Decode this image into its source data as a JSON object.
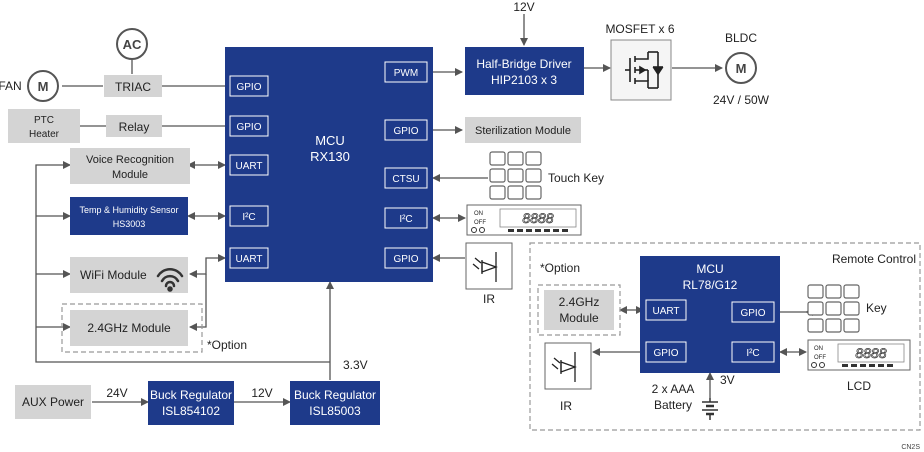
{
  "top_labels": {
    "supply_12v": "12V",
    "mosfet": "MOSFET x 6",
    "bldc": "BLDC",
    "bldc_rating": "24V / 50W",
    "ac": "AC",
    "fan": "FAN",
    "motor": "M"
  },
  "left_blocks": {
    "triac": "TRIAC",
    "ptc_line1": "PTC",
    "ptc_line2": "Heater",
    "relay": "Relay",
    "voice_line1": "Voice Recognition",
    "voice_line2": "Module",
    "temp_line1": "Temp & Humidity Sensor",
    "temp_line2": "HS3003",
    "wifi": "WiFi Module",
    "ghz": "2.4GHz Module",
    "option": "*Option"
  },
  "mcu": {
    "name": "MCU",
    "part": "RX130",
    "left_pins": [
      "GPIO",
      "GPIO",
      "UART",
      "I²C",
      "UART"
    ],
    "right_pins": [
      "PWM",
      "GPIO",
      "CTSU",
      "I²C",
      "GPIO"
    ]
  },
  "right_blocks": {
    "driver_line1": "Half-Bridge Driver",
    "driver_line2": "HIP2103 x 3",
    "sterilization": "Sterilization Module",
    "touch_key": "Touch Key",
    "ir": "IR",
    "on": "ON",
    "off": "OFF",
    "segment_text": "8888"
  },
  "power": {
    "aux": "AUX Power",
    "v24": "24V",
    "buck1_line1": "Buck Regulator",
    "buck1_line2": "ISL854102",
    "v12": "12V",
    "buck2_line1": "Buck Regulator",
    "buck2_line2": "ISL85003",
    "v33": "3.3V"
  },
  "remote": {
    "title": "Remote Control",
    "option": "*Option",
    "ghz_line1": "2.4GHz",
    "ghz_line2": "Module",
    "mcu_name": "MCU",
    "mcu_part": "RL78/G12",
    "pin_uart": "UART",
    "pin_gpio_right": "GPIO",
    "pin_gpio_left": "GPIO",
    "pin_i2c": "I²C",
    "key": "Key",
    "ir": "IR",
    "lcd": "LCD",
    "battery_line1": "2 x AAA",
    "battery_line2": "Battery",
    "v3": "3V",
    "on": "ON",
    "off": "OFF",
    "segment_text": "8888"
  },
  "footer": {
    "code": "CN2S"
  },
  "colors": {
    "mcu_blue": "#1e3a8a",
    "block_gray": "#d4d4d4",
    "line": "#555555"
  }
}
